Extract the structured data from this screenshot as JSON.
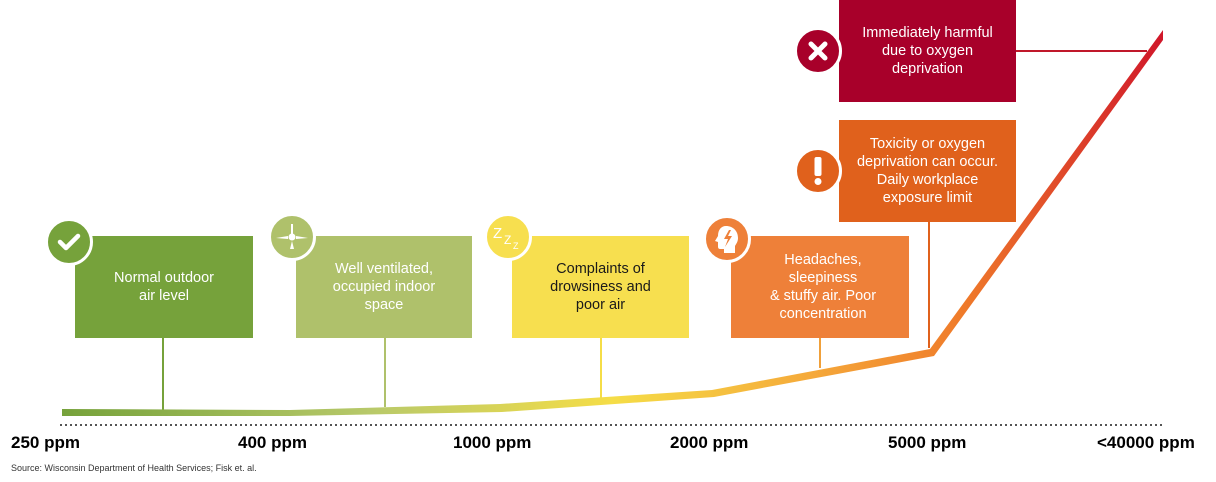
{
  "stages": [
    {
      "label": "Normal outdoor\nair level",
      "icon": "checkmark-icon",
      "color": "#76a23b"
    },
    {
      "label": "Well ventilated,\noccupied indoor\nspace",
      "icon": "ceiling-fan-icon",
      "color": "#afc16b"
    },
    {
      "label": "Complaints of\ndrowsiness and\npoor air",
      "icon": "sleep-zzz-icon",
      "color": "#f7df4f"
    },
    {
      "label": "Headaches,\nsleepiness\n& stuffy air. Poor\nconcentration",
      "icon": "headache-icon",
      "color": "#ee8039"
    },
    {
      "label": "Toxicity or oxygen\ndeprivation can occur.\nDaily workplace\nexposure limit",
      "icon": "exclamation-icon",
      "color": "#e0611c"
    },
    {
      "label": "Immediately harmful\ndue to oxygen\ndeprivation",
      "icon": "x-mark-icon",
      "color": "#a8002a"
    }
  ],
  "scale": [
    "250 ppm",
    "400 ppm",
    "1000 ppm",
    "2000 ppm",
    "5000 ppm",
    "<40000 ppm"
  ],
  "source": "Source: Wisconsin Department of Health Services; Fisk et. al."
}
